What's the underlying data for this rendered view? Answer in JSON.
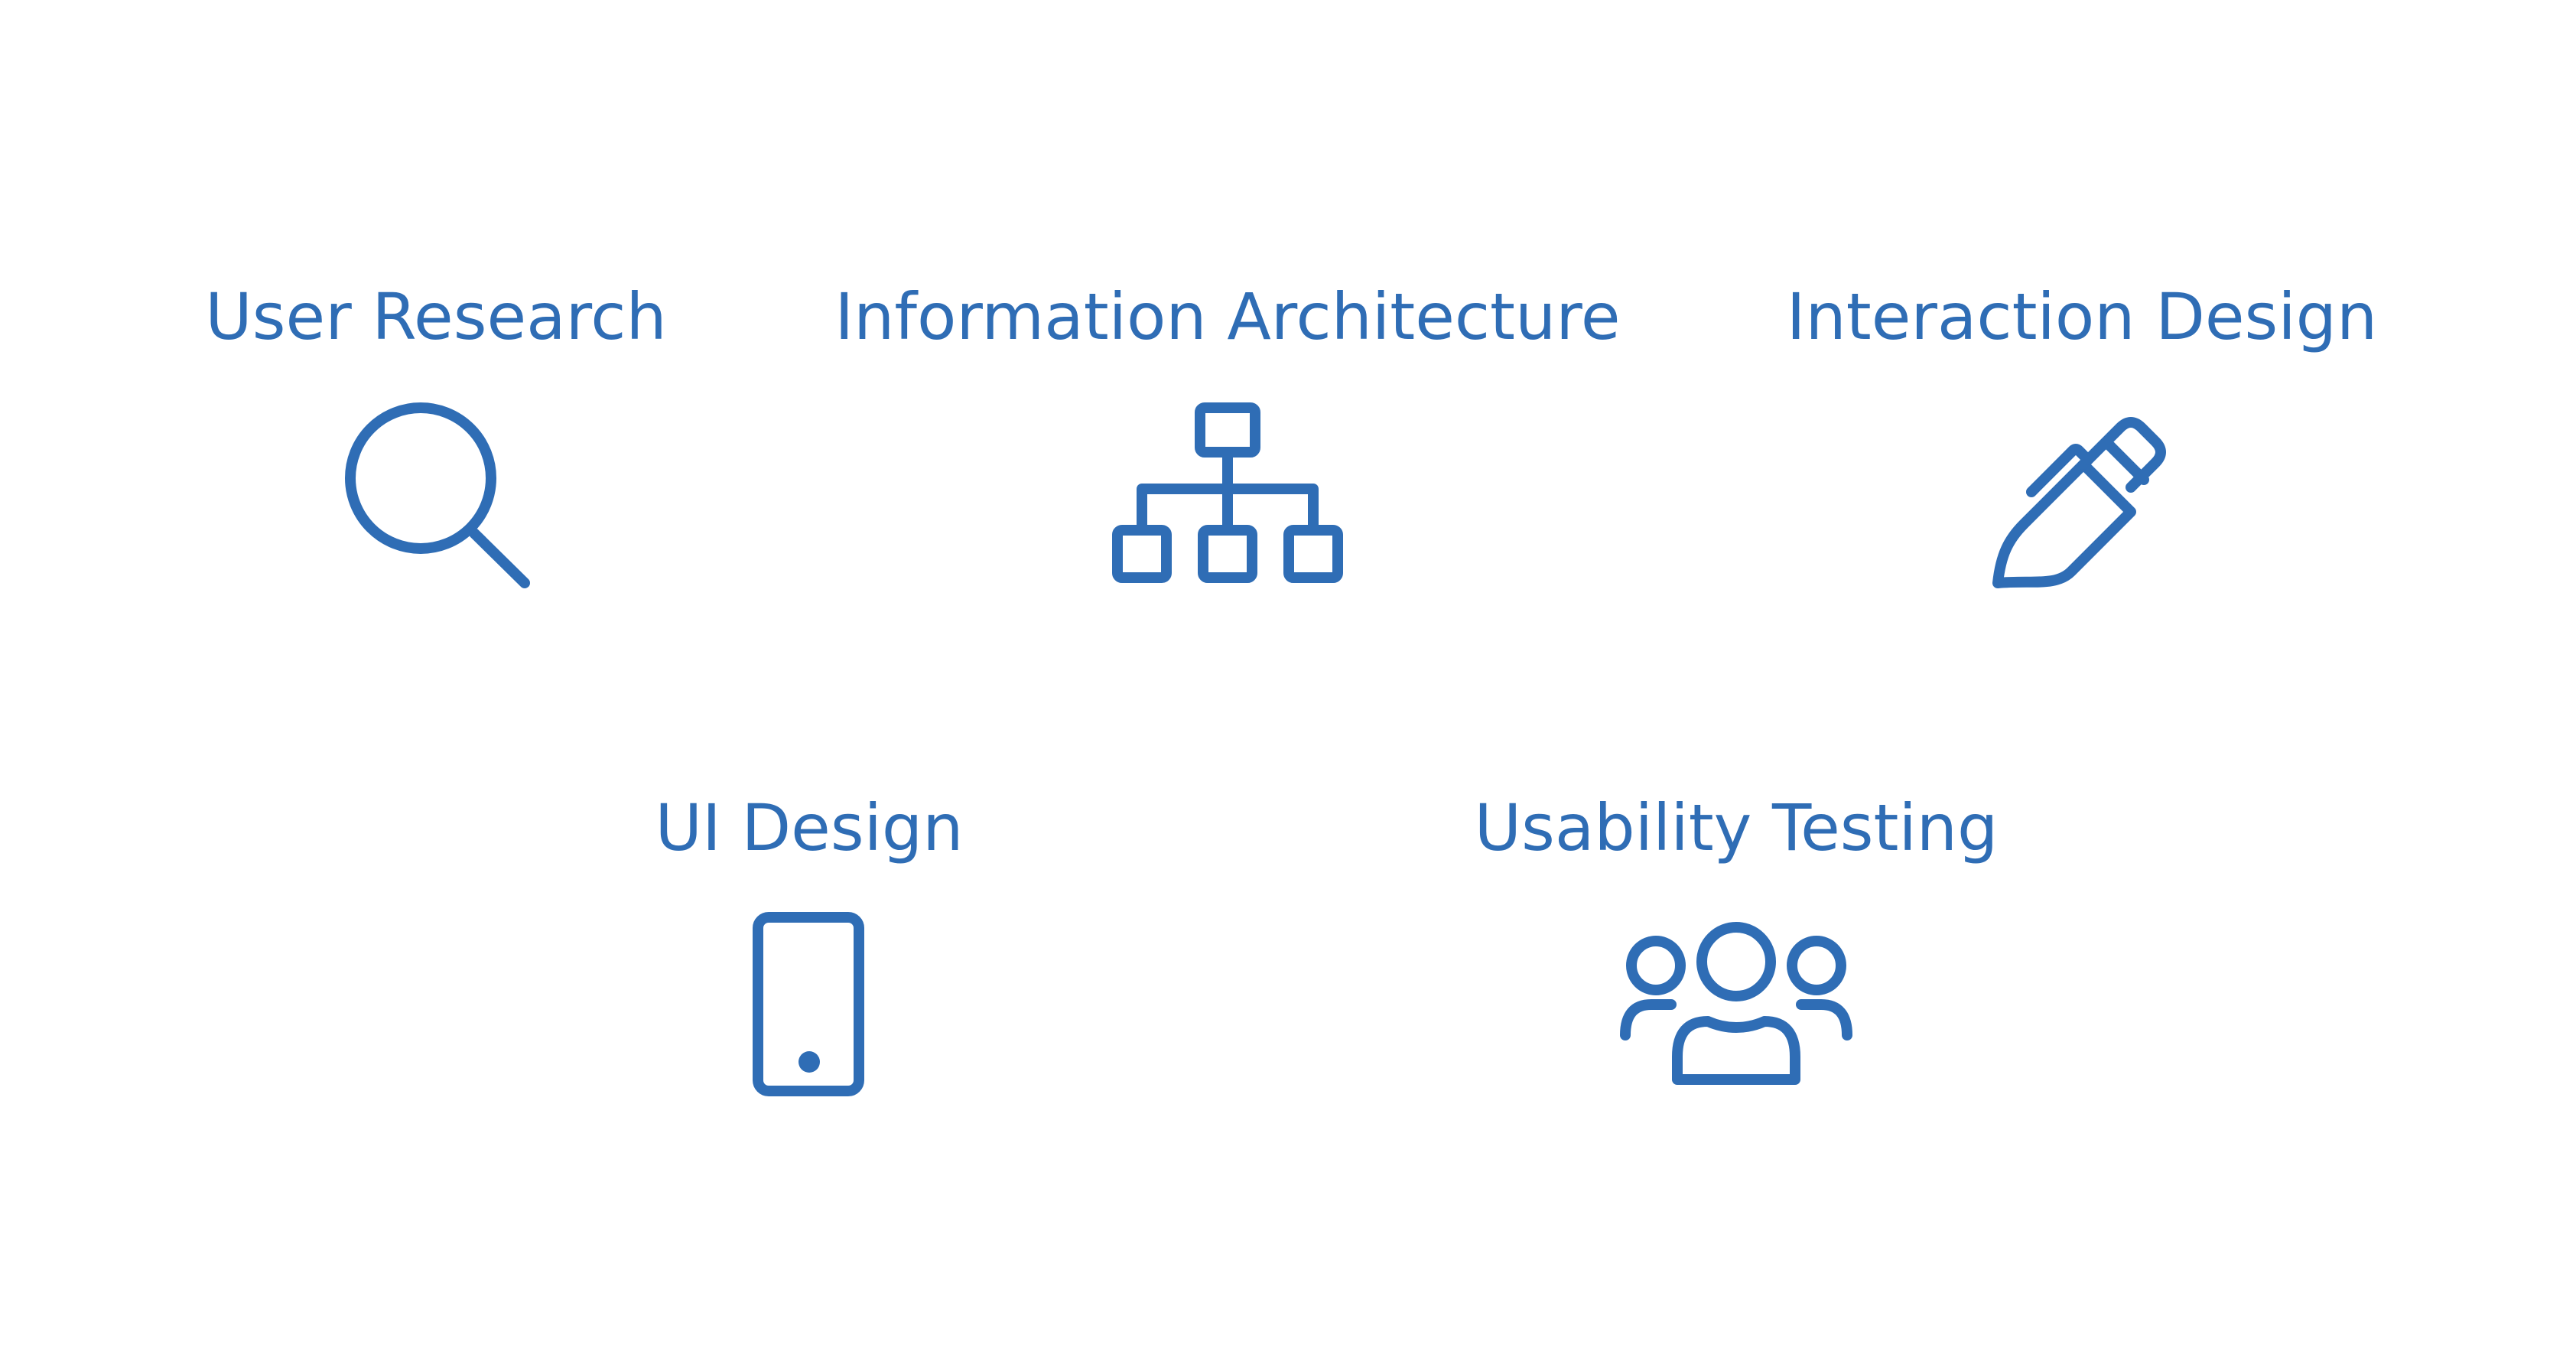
{
  "accent_color": "#2f6db5",
  "background_color": "#ffffff",
  "items": [
    {
      "label": "User Research",
      "icon": "search-icon"
    },
    {
      "label": "Information Architecture",
      "icon": "sitemap-icon"
    },
    {
      "label": "Interaction Design",
      "icon": "pencil-icon"
    },
    {
      "label": "UI Design",
      "icon": "mobile-phone-icon"
    },
    {
      "label": "Usability Testing",
      "icon": "users-group-icon"
    }
  ]
}
